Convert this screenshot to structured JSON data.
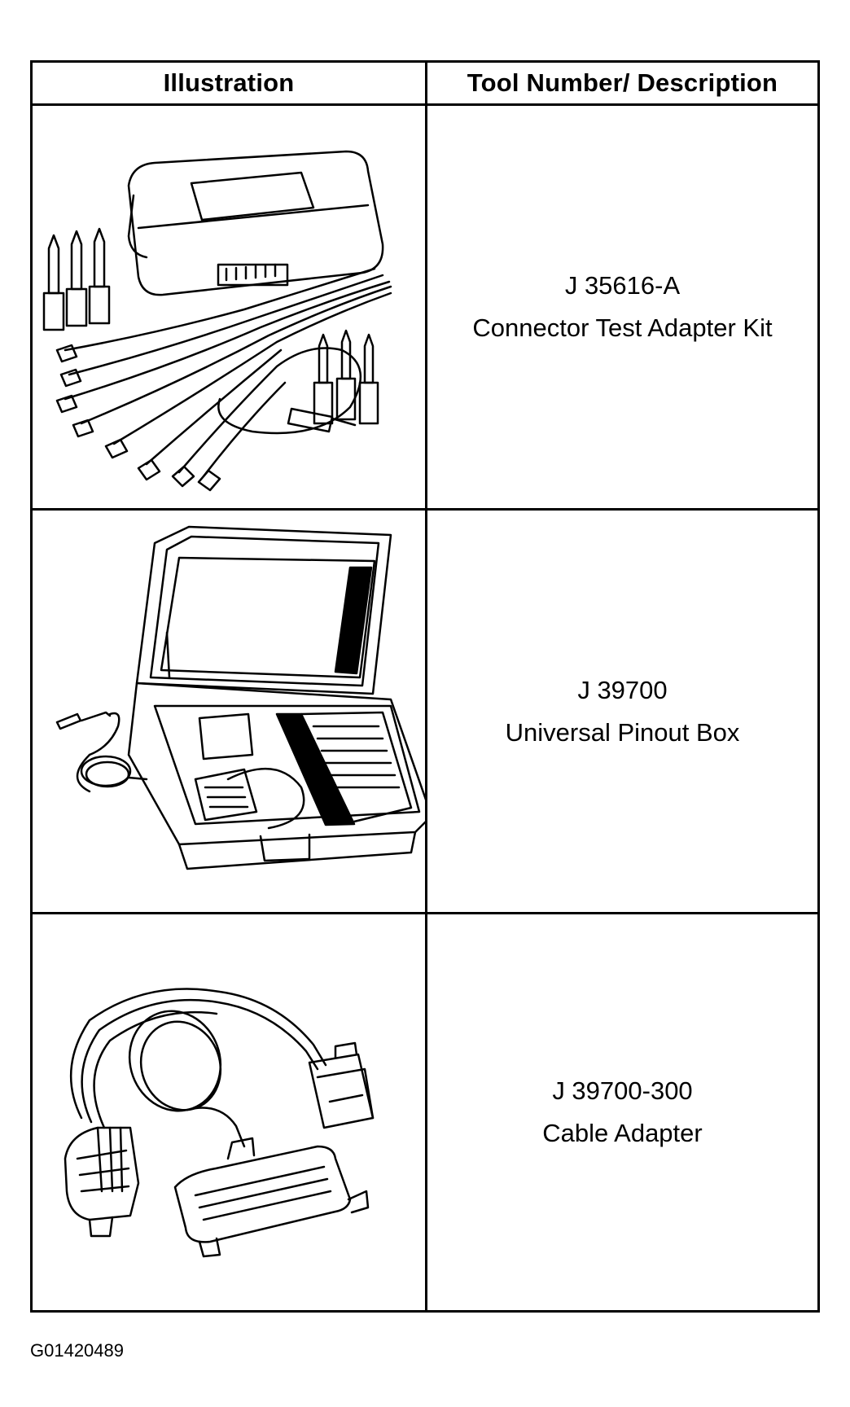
{
  "table": {
    "headers": {
      "illustration": "Illustration",
      "description": "Tool Number/ Description"
    },
    "rows": [
      {
        "tool_number": "J 35616-A",
        "description": "Connector Test Adapter Kit",
        "illustration_icon": "connector-test-adapter-kit-icon"
      },
      {
        "tool_number": "J 39700",
        "description": "Universal Pinout Box",
        "illustration_icon": "universal-pinout-box-icon"
      },
      {
        "tool_number": "J 39700-300",
        "description": "Cable Adapter",
        "illustration_icon": "cable-adapter-icon"
      }
    ]
  },
  "figure_id": "G01420489"
}
